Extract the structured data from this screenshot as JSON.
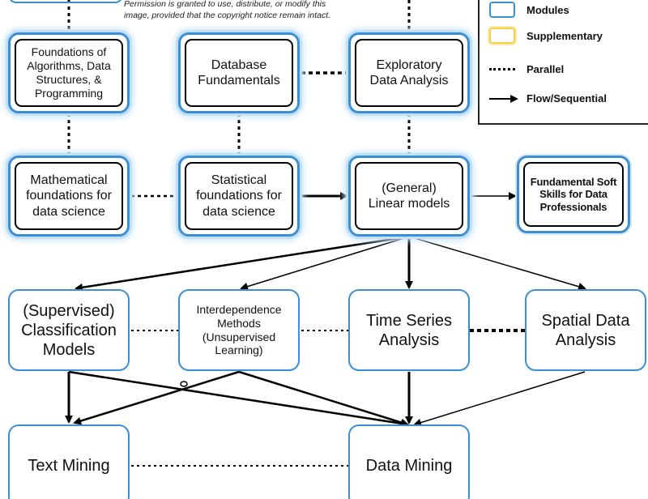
{
  "notice": "Permission is granted to use, distribute, or modify this\nimage, provided that the copyright notice remain intact.",
  "legend": {
    "modules": "Modules",
    "supplementary": "Supplementary",
    "parallel": "Parallel",
    "flow": "Flow/Sequential"
  },
  "colors": {
    "module_border": "#3b8fd6",
    "supplementary_border": "#f2d04a",
    "line": "#000000"
  },
  "nodes": {
    "foundations_algorithms": "Foundations of\nAlgorithms, Data\nStructures, &\nProgramming",
    "database_fundamentals": "Database\nFundamentals",
    "exploratory_data_analysis": "Exploratory\nData Analysis",
    "mathematical_foundations": "Mathematical\nfoundations for\ndata science",
    "statistical_foundations": "Statistical\nfoundations for\ndata science",
    "general_linear_models": "(General)\nLinear models",
    "soft_skills": "Fundamental Soft\nSkills for Data\nProfessionals",
    "classification_models": "(Supervised)\nClassification\nModels",
    "interdependence_methods": "Interdependence\nMethods\n(Unsupervised\nLearning)",
    "time_series": "Time Series\nAnalysis",
    "spatial_data": "Spatial Data\nAnalysis",
    "text_mining": "Text Mining",
    "data_mining": "Data Mining"
  }
}
